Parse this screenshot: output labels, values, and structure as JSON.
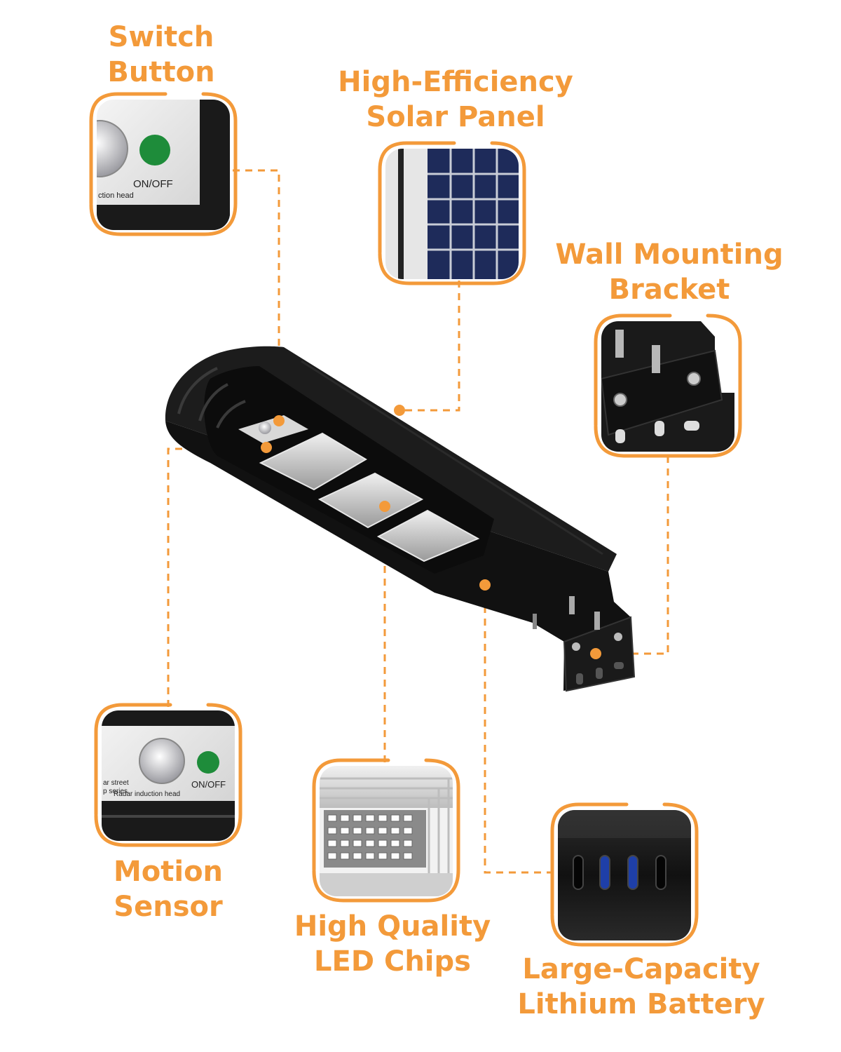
{
  "callouts": {
    "switch_button": {
      "line1": "Switch",
      "line2": "Button"
    },
    "solar_panel": {
      "line1": "High-Efficiency",
      "line2": "Solar Panel"
    },
    "wall_bracket": {
      "line1": "Wall Mounting",
      "line2": "Bracket"
    },
    "motion_sensor": {
      "line1": "Motion",
      "line2": "Sensor"
    },
    "led_chips": {
      "line1": "High Quality",
      "line2": "LED Chips"
    },
    "battery": {
      "line1": "Large-Capacity",
      "line2": "Lithium Battery"
    }
  },
  "device_text": {
    "on_off": "ON/OFF",
    "sensor_fragment": "ction head",
    "radar_head": "Radar induction head",
    "series_line1": "ar street",
    "series_line2": "p series"
  },
  "colors": {
    "accent": "#F39A3A",
    "housing": "#141414",
    "panel_blue": "#1E2B5A"
  }
}
